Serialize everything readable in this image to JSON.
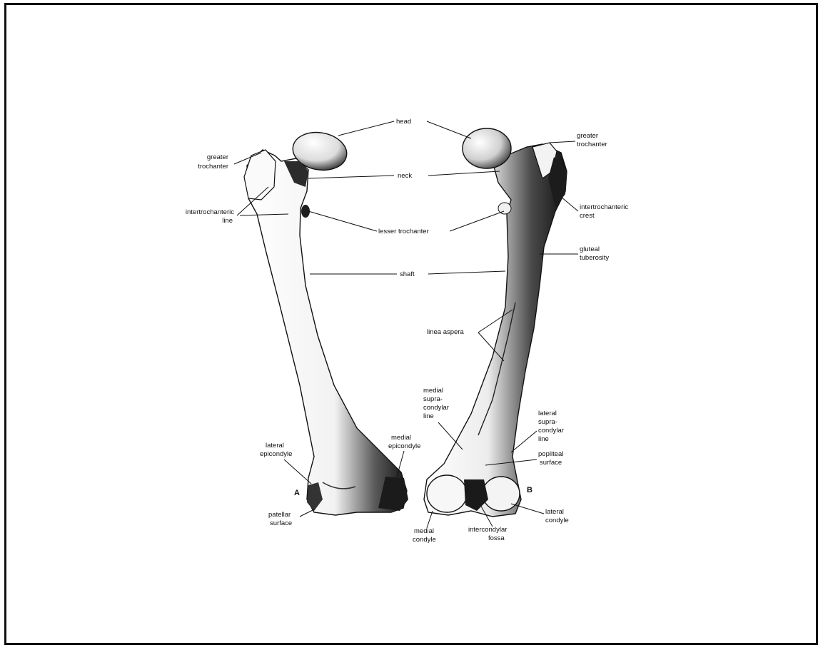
{
  "view_a_letter": "A",
  "view_b_letter": "B",
  "labels": {
    "head": "head",
    "greater_trochanter_a": [
      "greater",
      "trochanter"
    ],
    "greater_trochanter_b": [
      "greater",
      "trochanter"
    ],
    "neck": "neck",
    "intertrochanteric_line": [
      "intertrochanteric",
      "line"
    ],
    "intertrochanteric_crest": [
      "intertrochanteric",
      "crest"
    ],
    "lesser_trochanter": "lesser trochanter",
    "gluteal_tuberosity": [
      "gluteal",
      "tuberosity"
    ],
    "shaft": "shaft",
    "linea_aspera": "linea aspera",
    "medial_supracondylar_line": [
      "medial",
      "supra-",
      "condylar",
      "line"
    ],
    "lateral_supracondylar_line": [
      "lateral",
      "supra-",
      "condylar",
      "line"
    ],
    "lateral_epicondyle": [
      "lateral",
      "epicondyle"
    ],
    "medial_epicondyle": [
      "medial",
      "epicondyle"
    ],
    "popliteal_surface": [
      "popliteal",
      "surface"
    ],
    "patellar_surface": [
      "patellar",
      "surface"
    ],
    "medial_condyle": [
      "medial",
      "condyle"
    ],
    "intercondylar_fossa": [
      "intercondylar",
      "fossa"
    ],
    "lateral_condyle": [
      "lateral",
      "condyle"
    ]
  }
}
